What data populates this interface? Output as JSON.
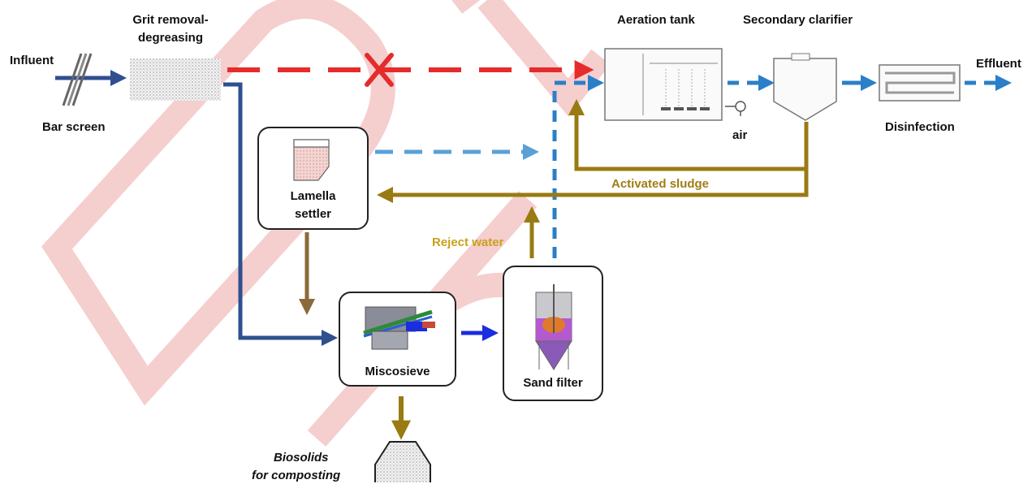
{
  "labels": {
    "influent": "Influent",
    "bar_screen": "Bar screen",
    "grit_line1": "Grit removal-",
    "grit_line2": "degreasing",
    "aeration_tank": "Aeration tank",
    "secondary_clarifier": "Secondary clarifier",
    "effluent": "Effluent",
    "disinfection": "Disinfection",
    "air": "air",
    "activated_sludge": "Activated sludge",
    "lamella_line1": "Lamella",
    "lamella_line2": "settler",
    "reject_water": "Reject water",
    "miscosieve": "Miscosieve",
    "sand_filter": "Sand filter",
    "biosolids_line1": "Biosolids",
    "biosolids_line2": "for composting"
  },
  "colors": {
    "influent_flow": "#2f4f8f",
    "bypass_red": "#e52b2b",
    "treated_blue": "#2a7fc8",
    "light_blue": "#5aa0d6",
    "sludge_gold": "#9a7a12",
    "lamella_brown": "#8b6a3a",
    "sieve_blue": "#1a2de0",
    "watermark": "#f2b8b8",
    "reject_text": "#c8a21c",
    "sludge_text": "#a07d12"
  },
  "icons": {
    "bar_screen": "bar-screen-icon",
    "grit_chamber": "grit-chamber-icon",
    "aeration_tank": "aeration-tank-icon",
    "secondary_clarifier": "clarifier-icon",
    "disinfection": "disinfection-channel-icon",
    "air_blower": "air-blower-icon",
    "lamella_settler": "lamella-settler-icon",
    "miscosieve": "microsieve-machine-icon",
    "sand_filter": "sand-filter-icon",
    "biosolids": "biosolids-pile-icon",
    "blocked_bypass": "x-mark-icon"
  }
}
